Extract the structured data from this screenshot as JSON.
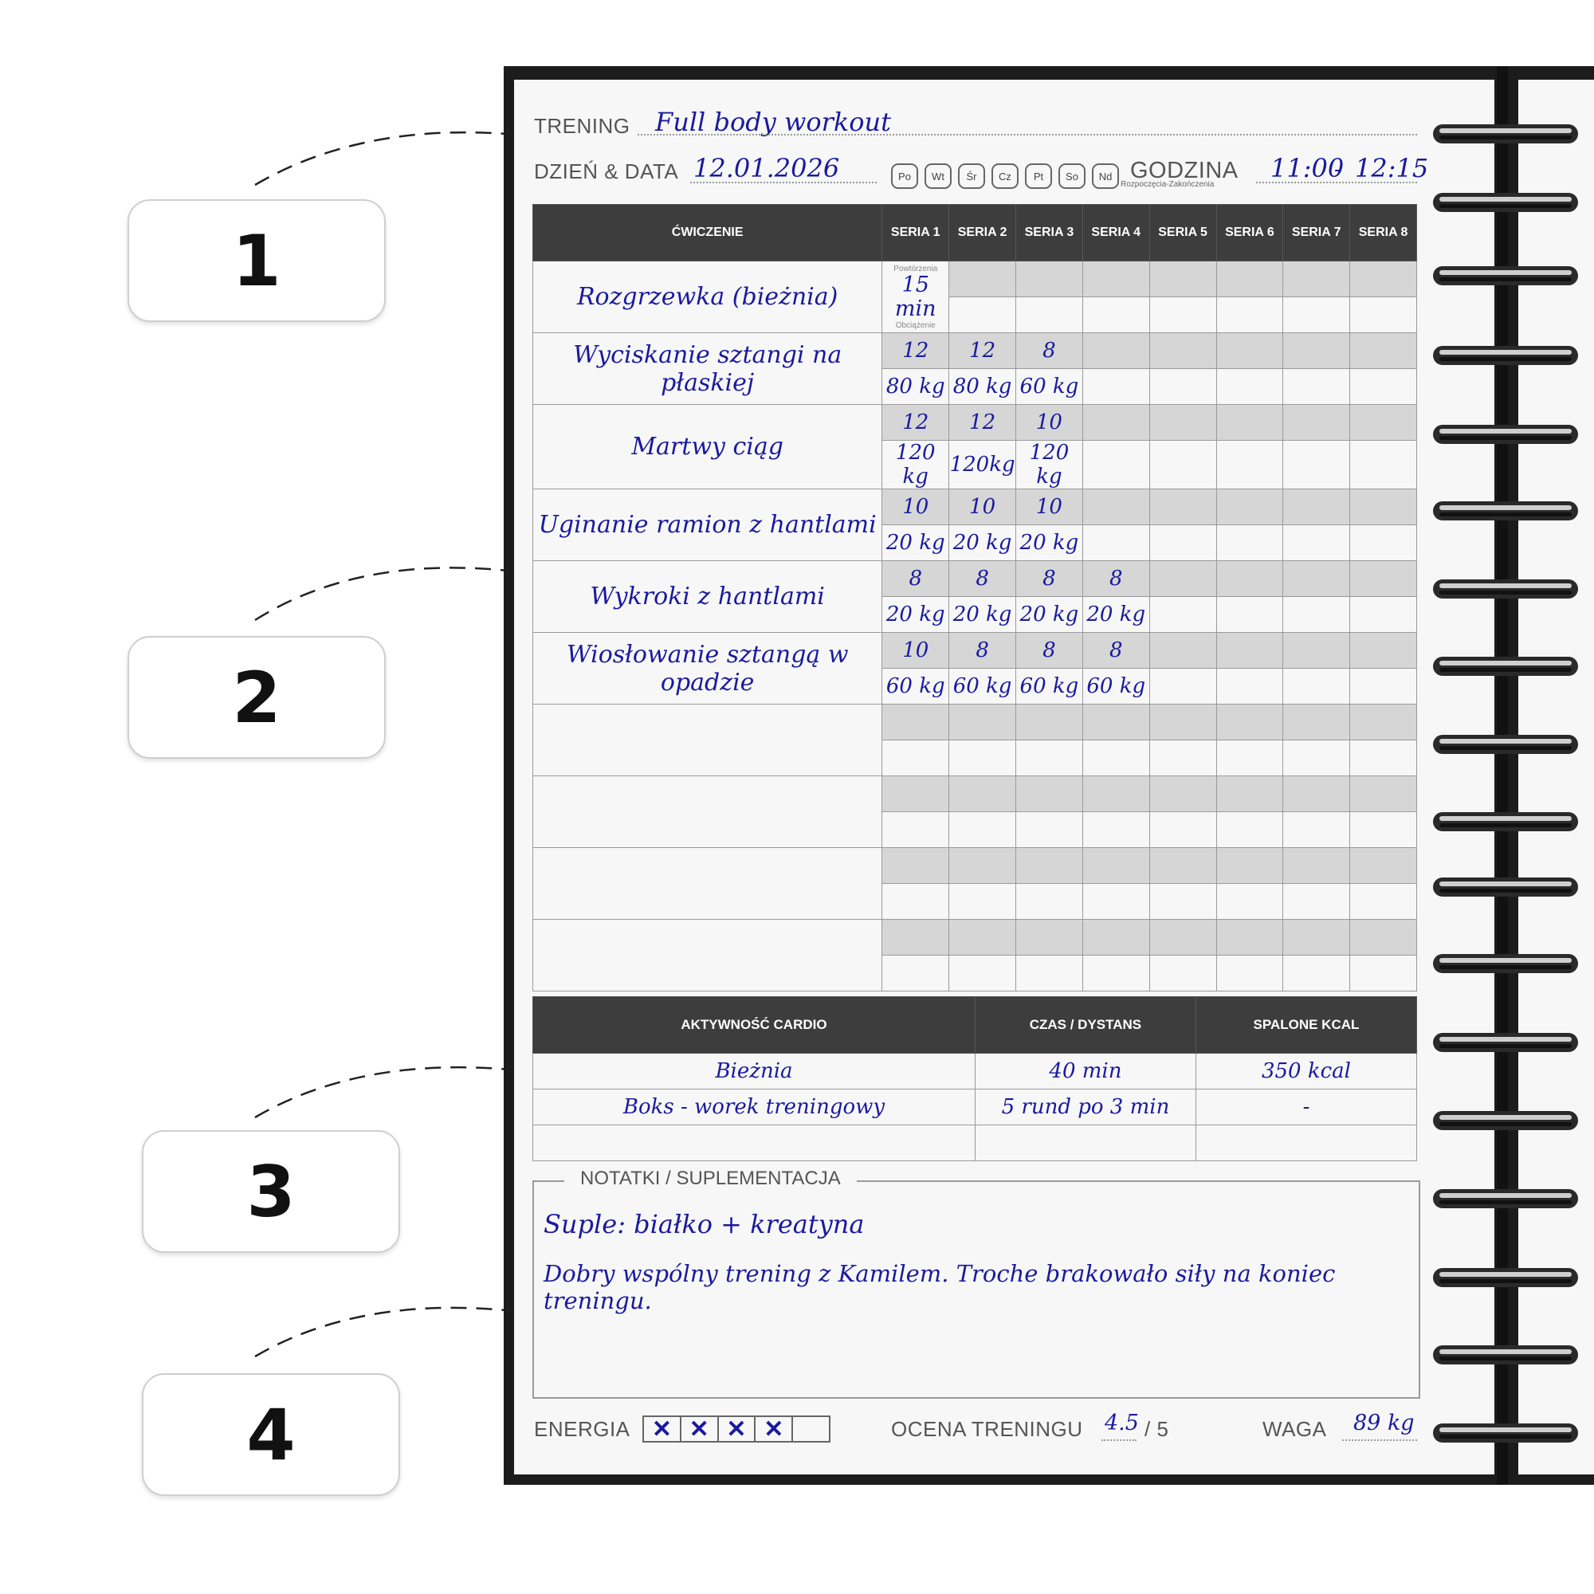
{
  "callouts": [
    "1",
    "2",
    "3",
    "4"
  ],
  "header": {
    "workout_label": "TRENING",
    "workout_value": "Full body workout",
    "date_label": "DZIEŃ & DATA",
    "date_value": "12.01.2026",
    "days": [
      "Po",
      "Wt",
      "Śr",
      "Cz",
      "Pt",
      "So",
      "Nd"
    ],
    "time_label": "GODZINA",
    "time_sublabel": "Rozpoczęcia-Zakończenia",
    "time_start": "11:00",
    "time_sep": "-",
    "time_end": "12:15"
  },
  "exercise_table": {
    "headers": [
      "ĆWICZENIE",
      "SERIA 1",
      "SERIA 2",
      "SERIA 3",
      "SERIA 4",
      "SERIA 5",
      "SERIA 6",
      "SERIA 7",
      "SERIA 8"
    ],
    "reps_hint": "Powtórzenia",
    "load_hint": "Obciążenie",
    "rows": [
      {
        "name": "Rozgrzewka (bieżnia)",
        "reps": [
          "",
          "",
          "",
          "",
          "",
          "",
          "",
          ""
        ],
        "loads": [
          "15 min",
          "",
          "",
          "",
          "",
          "",
          "",
          ""
        ]
      },
      {
        "name": "Wyciskanie sztangi na płaskiej",
        "reps": [
          "12",
          "12",
          "8",
          "",
          "",
          "",
          "",
          ""
        ],
        "loads": [
          "80 kg",
          "80 kg",
          "60 kg",
          "",
          "",
          "",
          "",
          ""
        ]
      },
      {
        "name": "Martwy ciąg",
        "reps": [
          "12",
          "12",
          "10",
          "",
          "",
          "",
          "",
          ""
        ],
        "loads": [
          "120 kg",
          "120kg",
          "120 kg",
          "",
          "",
          "",
          "",
          ""
        ]
      },
      {
        "name": "Uginanie ramion z hantlami",
        "reps": [
          "10",
          "10",
          "10",
          "",
          "",
          "",
          "",
          ""
        ],
        "loads": [
          "20 kg",
          "20 kg",
          "20 kg",
          "",
          "",
          "",
          "",
          ""
        ]
      },
      {
        "name": "Wykroki z hantlami",
        "reps": [
          "8",
          "8",
          "8",
          "8",
          "",
          "",
          "",
          ""
        ],
        "loads": [
          "20 kg",
          "20 kg",
          "20 kg",
          "20 kg",
          "",
          "",
          "",
          ""
        ]
      },
      {
        "name": "Wiosłowanie sztangą w opadzie",
        "reps": [
          "10",
          "8",
          "8",
          "8",
          "",
          "",
          "",
          ""
        ],
        "loads": [
          "60 kg",
          "60 kg",
          "60 kg",
          "60 kg",
          "",
          "",
          "",
          ""
        ]
      },
      {
        "name": "",
        "reps": [
          "",
          "",
          "",
          "",
          "",
          "",
          "",
          ""
        ],
        "loads": [
          "",
          "",
          "",
          "",
          "",
          "",
          "",
          ""
        ]
      },
      {
        "name": "",
        "reps": [
          "",
          "",
          "",
          "",
          "",
          "",
          "",
          ""
        ],
        "loads": [
          "",
          "",
          "",
          "",
          "",
          "",
          "",
          ""
        ]
      },
      {
        "name": "",
        "reps": [
          "",
          "",
          "",
          "",
          "",
          "",
          "",
          ""
        ],
        "loads": [
          "",
          "",
          "",
          "",
          "",
          "",
          "",
          ""
        ]
      },
      {
        "name": "",
        "reps": [
          "",
          "",
          "",
          "",
          "",
          "",
          "",
          ""
        ],
        "loads": [
          "",
          "",
          "",
          "",
          "",
          "",
          "",
          ""
        ]
      }
    ]
  },
  "cardio_table": {
    "headers": [
      "AKTYWNOŚĆ CARDIO",
      "CZAS / DYSTANS",
      "SPALONE KCAL"
    ],
    "rows": [
      [
        "Bieżnia",
        "40 min",
        "350 kcal"
      ],
      [
        "Boks - worek treningowy",
        "5 rund po 3 min",
        "-"
      ],
      [
        "",
        "",
        ""
      ]
    ]
  },
  "notes": {
    "title": "NOTATKI / SUPLEMENTACJA",
    "lines": [
      "Suple: białko + kreatyna",
      "Dobry wspólny trening z Kamilem. Troche brakowało siły na koniec treningu."
    ]
  },
  "footer": {
    "energy_label": "ENERGIA",
    "energy_level": 4,
    "energy_max": 5,
    "energy_mark": "✕",
    "rating_label": "OCENA TRENINGU",
    "rating_value": "4.5",
    "rating_max": "/ 5",
    "weight_label": "WAGA",
    "weight_value": "89 kg"
  }
}
